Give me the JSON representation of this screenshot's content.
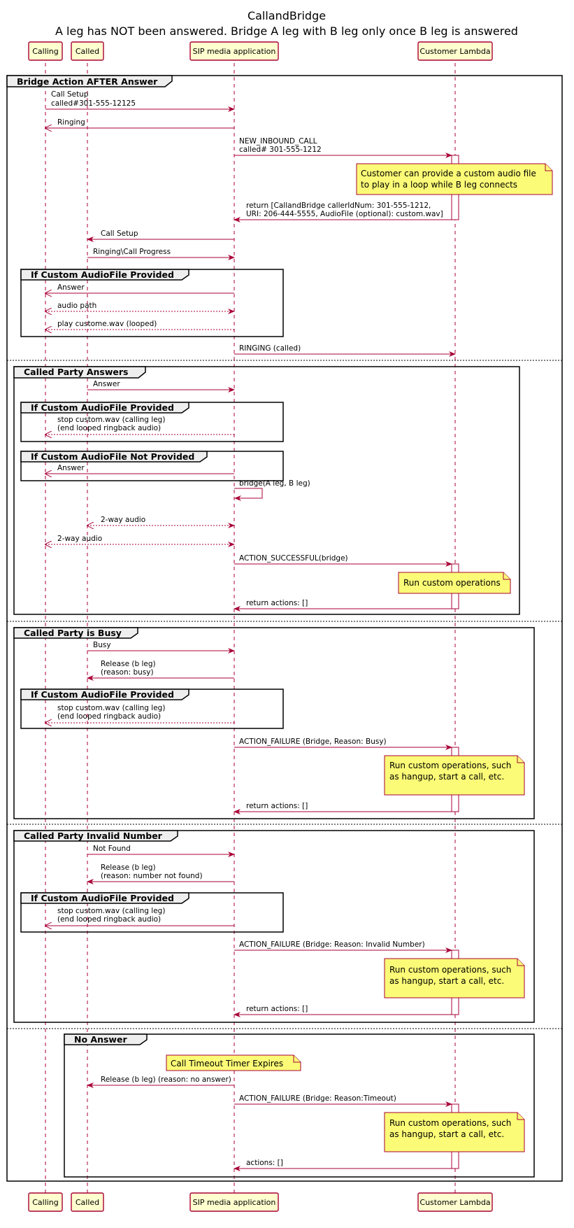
{
  "diagram": {
    "title_line1": "CallandBridge",
    "title_line2": "A leg has NOT been answered. Bridge A leg with B leg only once B leg is answered"
  },
  "participants": [
    {
      "id": "calling",
      "label": "Calling"
    },
    {
      "id": "called",
      "label": "Called"
    },
    {
      "id": "sma",
      "label": "SIP media application"
    },
    {
      "id": "lambda",
      "label": "Customer Lambda"
    }
  ],
  "outer_group": {
    "label": "Bridge Action AFTER Answer"
  },
  "groups": {
    "custom_audio_1": "If Custom AudioFile Provided",
    "called_party_answers": "Called Party Answers",
    "custom_audio_2": "If Custom AudioFile Provided",
    "custom_audio_not": "If Custom AudioFile Not Provided",
    "called_party_busy": "Called Party is Busy",
    "custom_audio_3": "If Custom AudioFile Provided",
    "called_party_invalid": "Called Party Invalid Number",
    "custom_audio_4": "If Custom AudioFile Provided",
    "no_answer": "No Answer"
  },
  "messages": [
    {
      "from": "calling",
      "to": "sma",
      "lines": [
        "Call Setup",
        "called#301-555-12125"
      ],
      "style": "solid"
    },
    {
      "from": "sma",
      "to": "calling",
      "lines": [
        "Ringing"
      ],
      "style": "solid"
    },
    {
      "from": "sma",
      "to": "lambda",
      "lines": [
        "NEW_INBOUND_CALL",
        "called# 301-555-1212"
      ],
      "style": "solid"
    },
    {
      "from": "lambda",
      "to": "sma",
      "lines": [
        "return [CallandBridge callerIdNum: 301-555-1212,",
        "URI: 206-444-5555, AudioFile (optional): custom.wav]"
      ],
      "style": "solid"
    },
    {
      "from": "sma",
      "to": "called",
      "lines": [
        "Call Setup"
      ],
      "style": "solid"
    },
    {
      "from": "called",
      "to": "sma",
      "lines": [
        "Ringing\\Call Progress"
      ],
      "style": "solid"
    },
    {
      "from": "sma",
      "to": "calling",
      "lines": [
        "Answer"
      ],
      "style": "solid"
    },
    {
      "from": "calling",
      "to": "sma",
      "lines": [
        "audio path"
      ],
      "style": "dashed",
      "both": true
    },
    {
      "from": "sma",
      "to": "calling",
      "lines": [
        "play custome.wav (looped)"
      ],
      "style": "dashed"
    },
    {
      "from": "sma",
      "to": "lambda",
      "lines": [
        "RINGING (called)"
      ],
      "style": "solid"
    },
    {
      "from": "called",
      "to": "sma",
      "lines": [
        "Answer"
      ],
      "style": "solid"
    },
    {
      "from": "sma",
      "to": "calling",
      "lines": [
        "stop custom.wav (calling leg)",
        "(end looped ringback audio)"
      ],
      "style": "dashed"
    },
    {
      "from": "sma",
      "to": "calling",
      "lines": [
        "Answer"
      ],
      "style": "solid"
    },
    {
      "from": "sma",
      "to": "sma",
      "lines": [
        "bridge(A leg, B leg)"
      ],
      "style": "self"
    },
    {
      "from": "called",
      "to": "sma",
      "lines": [
        "2-way audio"
      ],
      "style": "dashed",
      "both": true
    },
    {
      "from": "calling",
      "to": "sma",
      "lines": [
        "2-way audio"
      ],
      "style": "dashed",
      "both": true
    },
    {
      "from": "sma",
      "to": "lambda",
      "lines": [
        "ACTION_SUCCESSFUL(bridge)"
      ],
      "style": "solid"
    },
    {
      "from": "lambda",
      "to": "sma",
      "lines": [
        "return actions: []"
      ],
      "style": "solid"
    },
    {
      "from": "called",
      "to": "sma",
      "lines": [
        "Busy"
      ],
      "style": "solid"
    },
    {
      "from": "sma",
      "to": "called",
      "lines": [
        "Release (b leg)",
        "(reason: busy)"
      ],
      "style": "solid"
    },
    {
      "from": "sma",
      "to": "calling",
      "lines": [
        "stop custom.wav (calling leg)",
        "(end looped ringback audio)"
      ],
      "style": "dashed"
    },
    {
      "from": "sma",
      "to": "lambda",
      "lines": [
        "ACTION_FAILURE (Bridge, Reason: Busy)"
      ],
      "style": "solid"
    },
    {
      "from": "lambda",
      "to": "sma",
      "lines": [
        "return actions: []"
      ],
      "style": "solid"
    },
    {
      "from": "called",
      "to": "sma",
      "lines": [
        "Not Found"
      ],
      "style": "solid"
    },
    {
      "from": "sma",
      "to": "called",
      "lines": [
        "Release (b leg)",
        "(reason: number not found)"
      ],
      "style": "solid"
    },
    {
      "from": "sma",
      "to": "calling",
      "lines": [
        "stop custom.wav (calling leg)",
        "(end looped ringback audio)"
      ],
      "style": "solid"
    },
    {
      "from": "sma",
      "to": "lambda",
      "lines": [
        "ACTION_FAILURE (Bridge: Reason: Invalid Number)"
      ],
      "style": "solid"
    },
    {
      "from": "lambda",
      "to": "sma",
      "lines": [
        "return actions: []"
      ],
      "style": "solid"
    },
    {
      "from": "sma",
      "to": "called",
      "lines": [
        "Release (b leg) (reason: no answer)"
      ],
      "style": "solid"
    },
    {
      "from": "sma",
      "to": "lambda",
      "lines": [
        "ACTION_FAILURE (Bridge: Reason:Timeout)"
      ],
      "style": "solid"
    },
    {
      "from": "lambda",
      "to": "sma",
      "lines": [
        "actions: []"
      ],
      "style": "solid"
    }
  ],
  "notes": [
    {
      "lines": [
        "Customer can provide a custom audio file",
        "to play in a loop while B leg connects"
      ]
    },
    {
      "lines": [
        "Run custom operations"
      ]
    },
    {
      "lines": [
        "Run custom operations, such",
        "as hangup, start a call, etc."
      ]
    },
    {
      "lines": [
        "Run custom operations, such",
        "as hangup, start a call, etc."
      ]
    },
    {
      "lines": [
        "Call Timeout Timer Expires"
      ]
    },
    {
      "lines": [
        "Run custom operations, such",
        "as hangup, start a call, etc."
      ]
    }
  ],
  "colors": {
    "participant_fill": "#FEFECE",
    "line_color": "#A80036",
    "note_fill": "#FBFB77",
    "group_tab_fill": "#EEEEEE"
  }
}
